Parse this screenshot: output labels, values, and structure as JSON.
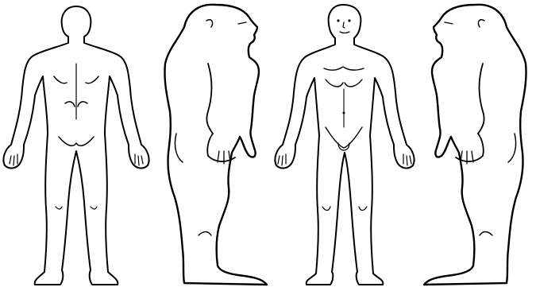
{
  "sheet": {
    "views": [
      {
        "id": "back",
        "icon": "body-back-view-icon"
      },
      {
        "id": "right-side",
        "icon": "body-side-view-right-icon"
      },
      {
        "id": "front",
        "icon": "body-front-view-icon"
      },
      {
        "id": "left-side",
        "icon": "body-side-view-left-icon"
      }
    ]
  },
  "colors": {
    "background": "#ffffff",
    "outline": "#000000"
  }
}
